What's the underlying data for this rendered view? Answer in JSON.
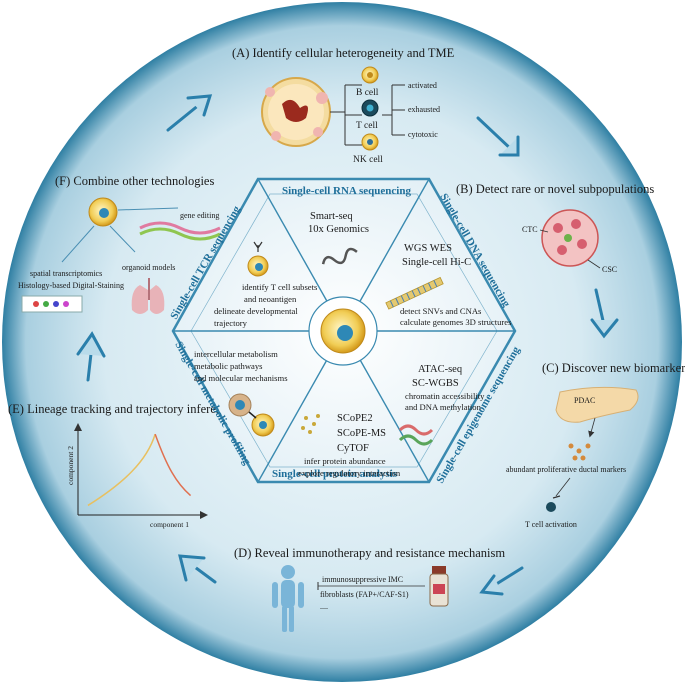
{
  "colors": {
    "circle_outer": "#2f7fa3",
    "circle_inner": "#dcedf4",
    "hex_fill": "#eef6fa",
    "hex_line": "#3a8ab0",
    "heading_blue": "#1f6f9a",
    "arrow_blue": "#2a7fab"
  },
  "sections": {
    "A": {
      "title": "(A) Identify cellular heterogeneity and TME",
      "cells": [
        "B cell",
        "T cell",
        "NK cell"
      ],
      "states": [
        "activated",
        "exhausted",
        "cytotoxic"
      ]
    },
    "B": {
      "title": "(B) Detect rare or novel subpopulations",
      "labels": [
        "CTC",
        "CSC"
      ]
    },
    "C": {
      "title": "(C) Discover new biomarkers",
      "organ": "PDAC",
      "marker": "abundant proliferative ductal markers",
      "result": "T cell activation"
    },
    "D": {
      "title": "(D) Reveal immunotherapy and resistance mechanism",
      "lines": [
        "immunosuppressive IMC",
        "fibroblasts (FAP+/CAF-S1)",
        "...."
      ]
    },
    "E": {
      "title": "(E) Lineage tracking and trajectory inference",
      "xlabel": "component 1",
      "ylabel": "component 2"
    },
    "F": {
      "title": "(F) Combine other technologies",
      "items": [
        "gene editing",
        "organoid models",
        "spatial transcriptomics",
        "Histology-based Digital-Staining"
      ]
    }
  },
  "hexagon": {
    "rna": {
      "title": "Single-cell RNA sequencing",
      "methods": [
        "Smart-seq",
        "10x Genomics"
      ]
    },
    "dna": {
      "title": "Single-cell DNA sequencing",
      "methods": [
        "WGS WES",
        "Single-cell Hi-C"
      ],
      "notes": [
        "detect SNVs and CNAs",
        "calculate genomes 3D structures"
      ]
    },
    "epigenome": {
      "title": "Single-cell epigenome sequencing",
      "methods": [
        "ATAC-seq",
        "SC-WGBS"
      ],
      "notes": [
        "chromatin accessibility",
        "and DNA methylation"
      ]
    },
    "protein": {
      "title": "Single-cell protein analysis",
      "methods": [
        "SCoPE2",
        "SCoPE-MS",
        "CyTOF"
      ],
      "notes": [
        "infer protein abundance",
        "explore regulatory interaction"
      ]
    },
    "metabolic": {
      "title": "Single-cell metabolic profiling",
      "notes": [
        "intercellular metabolism",
        "metabolic pathways",
        "and molecular mechanisms"
      ]
    },
    "tcr": {
      "title": "Single-cell TCR sequencing",
      "notes": [
        "identify T cell subsets",
        "and neoantigen",
        "delineate  developmental",
        "trajectory"
      ]
    }
  },
  "trajectory_curves": [
    {
      "name": "",
      "color": "#e8c060",
      "points": [
        [
          0.05,
          0.08
        ],
        [
          0.35,
          0.35
        ],
        [
          0.55,
          0.62
        ],
        [
          0.62,
          0.95
        ]
      ]
    },
    {
      "name": "",
      "color": "#e07050",
      "points": [
        [
          0.62,
          0.95
        ],
        [
          0.72,
          0.55
        ],
        [
          0.8,
          0.35
        ],
        [
          0.92,
          0.2
        ]
      ]
    }
  ]
}
